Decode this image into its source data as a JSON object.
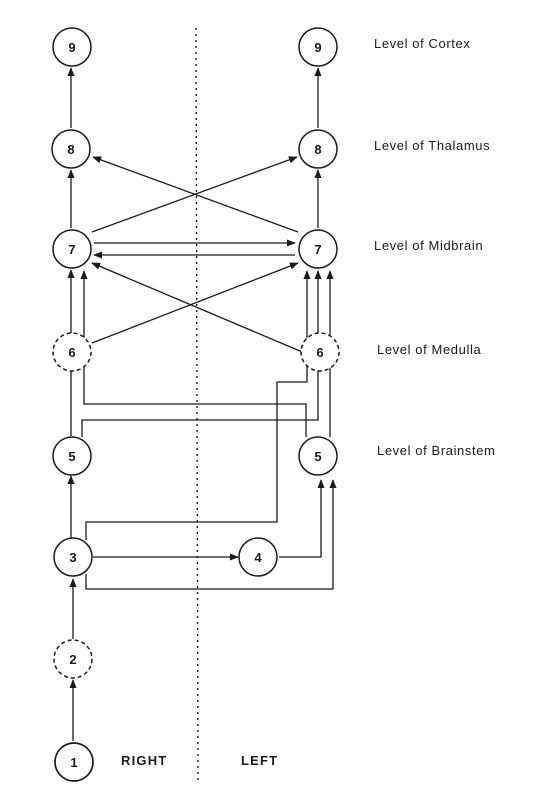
{
  "levels": [
    {
      "text": "Level of Cortex"
    },
    {
      "text": "Level of Thalamus"
    },
    {
      "text": "Level of Midbrain"
    },
    {
      "text": "Level of Medulla"
    },
    {
      "text": "Level of Brainstem"
    }
  ],
  "sides": {
    "right": "RIGHT",
    "left": "LEFT"
  },
  "nodes": {
    "r9": "9",
    "r8": "8",
    "r7": "7",
    "r6": "6",
    "r5": "5",
    "r3": "3",
    "r2": "2",
    "r1": "1",
    "l9": "9",
    "l8": "8",
    "l7": "7",
    "l6": "6",
    "l5": "5",
    "l4": "4"
  },
  "colors": {
    "ink": "#1a1a1a",
    "background": "#ffffff"
  }
}
